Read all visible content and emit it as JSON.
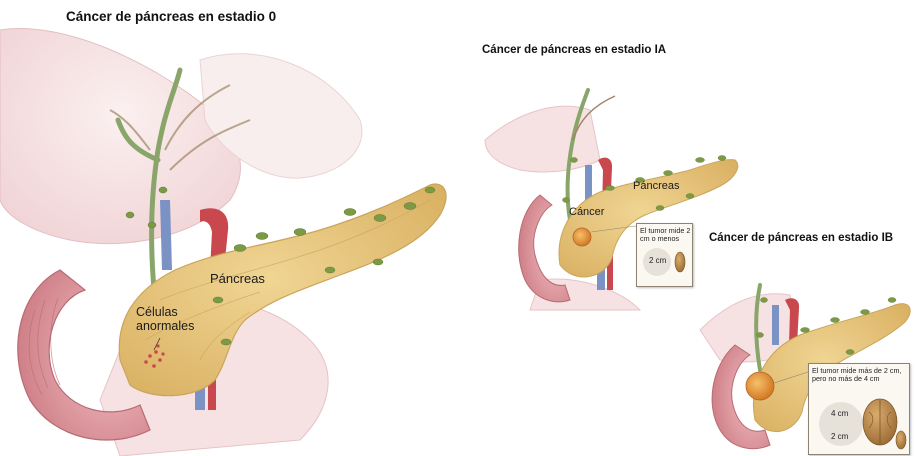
{
  "titles": {
    "stage0": "Cáncer de páncreas en estadio 0",
    "stageIA": "Cáncer de páncreas en estadio IA",
    "stageIB": "Cáncer de páncreas en estadio IB"
  },
  "labels": {
    "stage0_pancreas": "Páncreas",
    "stage0_cells_line1": "Células",
    "stage0_cells_line2": "anormales",
    "stageIA_pancreas": "Páncreas",
    "stageIA_cancer": "Cáncer"
  },
  "callouts": {
    "stageIA_text": "El tumor mide 2 cm o menos",
    "stageIA_dim": "2 cm",
    "stageIB_text": "El tumor mide más de 2 cm, pero no más de 4 cm",
    "stageIB_dim_large": "4 cm",
    "stageIB_dim_small": "2 cm"
  },
  "colors": {
    "pancreas": "#e8c77c",
    "pancreas_edge": "#c9a55a",
    "duodenum": "#e8a8a8",
    "duodenum_dark": "#c97a82",
    "tissue_pink": "#f3d9d9",
    "tissue_pink_light": "#f8ecec",
    "node_green": "#7c9a46",
    "duct_green": "#8aa56a",
    "vein_blue": "#7b93c4",
    "artery_red": "#c8484d",
    "tumor_orange": "#e89a3c",
    "walnut": "#b8874a"
  }
}
